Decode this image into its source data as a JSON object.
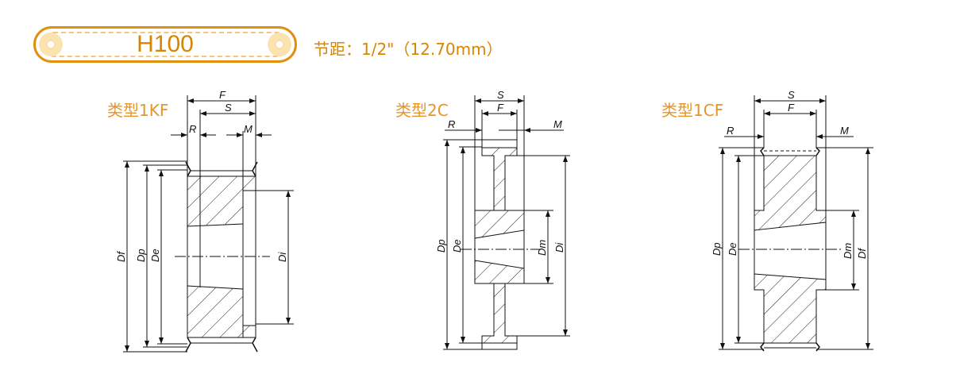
{
  "header": {
    "title": "H100",
    "pitch": "节距：1/2\"（12.70mm）",
    "accent_color": "#E0900E"
  },
  "diagrams": [
    {
      "type": "类型1KF",
      "labels": {
        "F": "F",
        "S": "S",
        "R": "R",
        "M": "M",
        "Df": "Df",
        "Dp": "Dp",
        "De": "De",
        "Di": "Di"
      }
    },
    {
      "type": "类型2C",
      "labels": {
        "S": "S",
        "F": "F",
        "R": "R",
        "M": "M",
        "Dp": "Dp",
        "De": "De",
        "Dm": "Dm",
        "Di": "Di"
      }
    },
    {
      "type": "类型1CF",
      "labels": {
        "S": "S",
        "F": "F",
        "R": "R",
        "M": "M",
        "Dp": "Dp",
        "De": "De",
        "Dm": "Dm",
        "Df": "Df"
      }
    }
  ]
}
